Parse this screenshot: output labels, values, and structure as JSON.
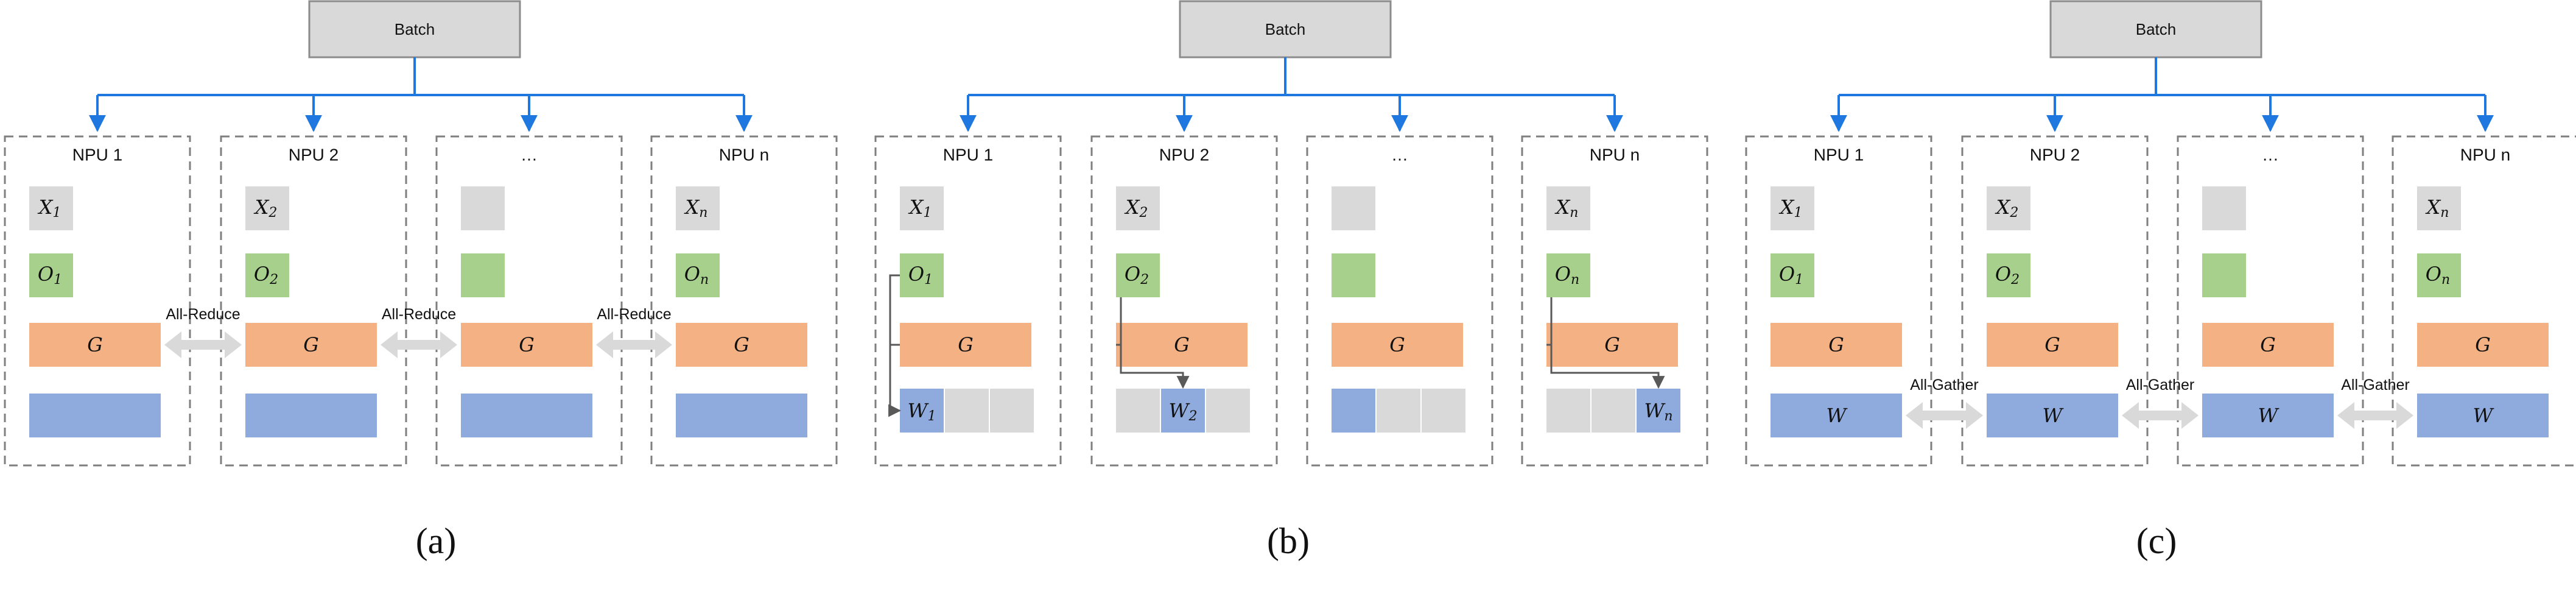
{
  "colors": {
    "batch_fill": "#d9d9d9",
    "batch_stroke": "#8c8c8c",
    "tree_blue": "#1f77e0",
    "panel_stroke": "#7f7f7f",
    "gray_block": "#d9d9d9",
    "green_block": "#a8d08d",
    "orange_block": "#f4b183",
    "blue_block": "#8faadc",
    "arrow_gray": "#d9d9d9",
    "connector": "#595959"
  },
  "batch_label": "Batch",
  "npu_labels": [
    "NPU 1",
    "NPU 2",
    "…",
    "NPU n"
  ],
  "x_labels": [
    "X1",
    "X2",
    "",
    "Xn"
  ],
  "o_labels": [
    "O1",
    "O2",
    "",
    "On"
  ],
  "w_labels": [
    "W1",
    "W2",
    "",
    "Wn"
  ],
  "g_label": "G",
  "w_full_label": "W",
  "all_reduce_label": "All-Reduce",
  "all_gather_label": "All-Gather",
  "captions": [
    "(a)",
    "(b)",
    "(c)"
  ]
}
